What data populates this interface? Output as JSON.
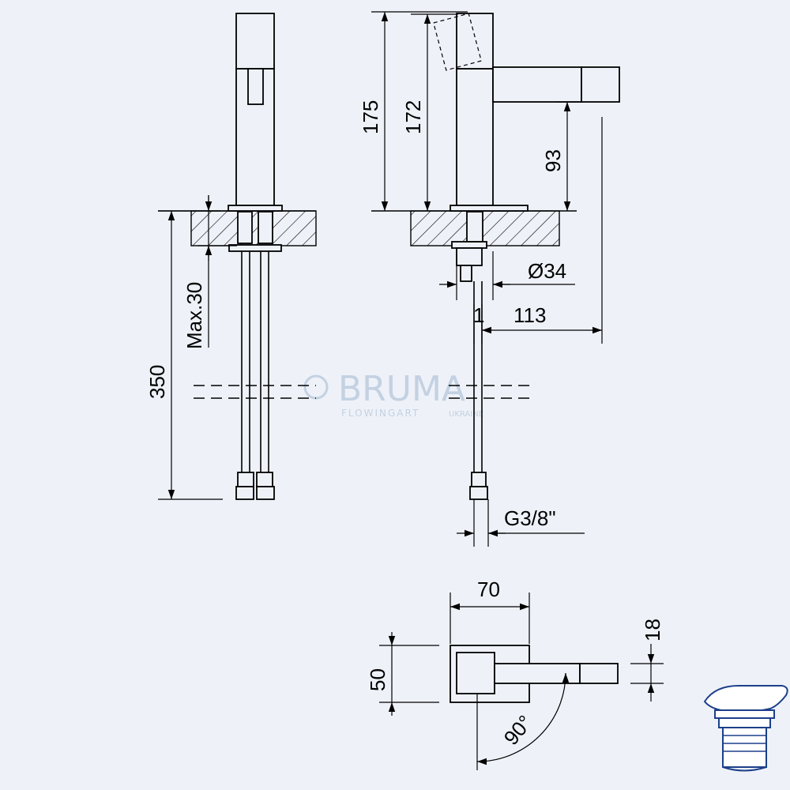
{
  "dimensions": {
    "h175": "175",
    "h172": "172",
    "h93": "93",
    "dia34": "Ø34",
    "one": "1",
    "reach113": "113",
    "thread": "G3/8\"",
    "max30": "Max.30",
    "hose350": "350",
    "w70": "70",
    "d50": "50",
    "h18": "18",
    "angle90": "90°"
  },
  "watermark": {
    "brand": "BRUMA",
    "tagline": "FLOWINGART",
    "region": "UKRAINE"
  },
  "colors": {
    "background": "#eef2f8",
    "line": "#000000",
    "watermark": "#c3d1e2",
    "thumbnail_outline": "#1d3f8a"
  },
  "icons": {
    "thumbnail": "drain-plug-icon"
  }
}
